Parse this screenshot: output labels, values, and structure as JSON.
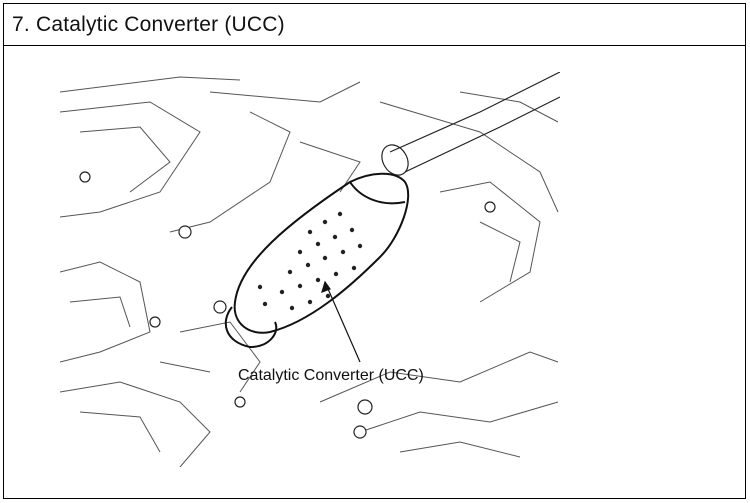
{
  "document": {
    "section_title": "7. Catalytic Converter (UCC)"
  },
  "figure": {
    "callout_label": "Catalytic Converter (UCC)",
    "style": "line-drawing"
  }
}
